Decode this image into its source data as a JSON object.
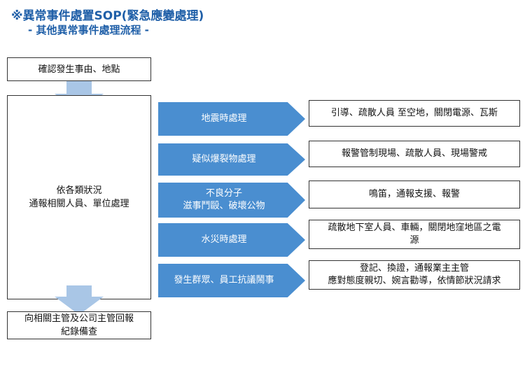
{
  "title": {
    "main": "※異常事件處置SOP(緊急應變處理)",
    "sub": "- 其他異常事件處理流程 -"
  },
  "flow": {
    "step1": "確認發生事由、地點",
    "step2": [
      "依各類狀況",
      "通報相關人員、單位處理"
    ],
    "step3": [
      "向相關主管及公司主管回報",
      "紀錄備查"
    ]
  },
  "events": [
    {
      "name": [
        "地震時處理"
      ],
      "response": [
        "引導、疏散人員 至空地，關閉電源、瓦斯"
      ]
    },
    {
      "name": [
        "疑似爆裂物處理"
      ],
      "response": [
        "報警管制現場、疏散人員、現場警戒"
      ]
    },
    {
      "name": [
        "不良分子",
        "滋事鬥毆、破壞公物"
      ],
      "response": [
        "鳴笛，通報支援、報警"
      ]
    },
    {
      "name": [
        "水災時處理"
      ],
      "response": [
        "疏散地下室人員、車輛，關閉地窪地區之電",
        "源"
      ]
    },
    {
      "name": [
        "發生群眾、員工抗議鬧事"
      ],
      "response": [
        "登記、換證，通報業主主管",
        "應對態度親切、婉言勸導，依情節狀況請求"
      ]
    }
  ],
  "colors": {
    "title": "#1f5fa8",
    "chevron": "#4a8ed0",
    "arrow": "#a9c6e6"
  }
}
